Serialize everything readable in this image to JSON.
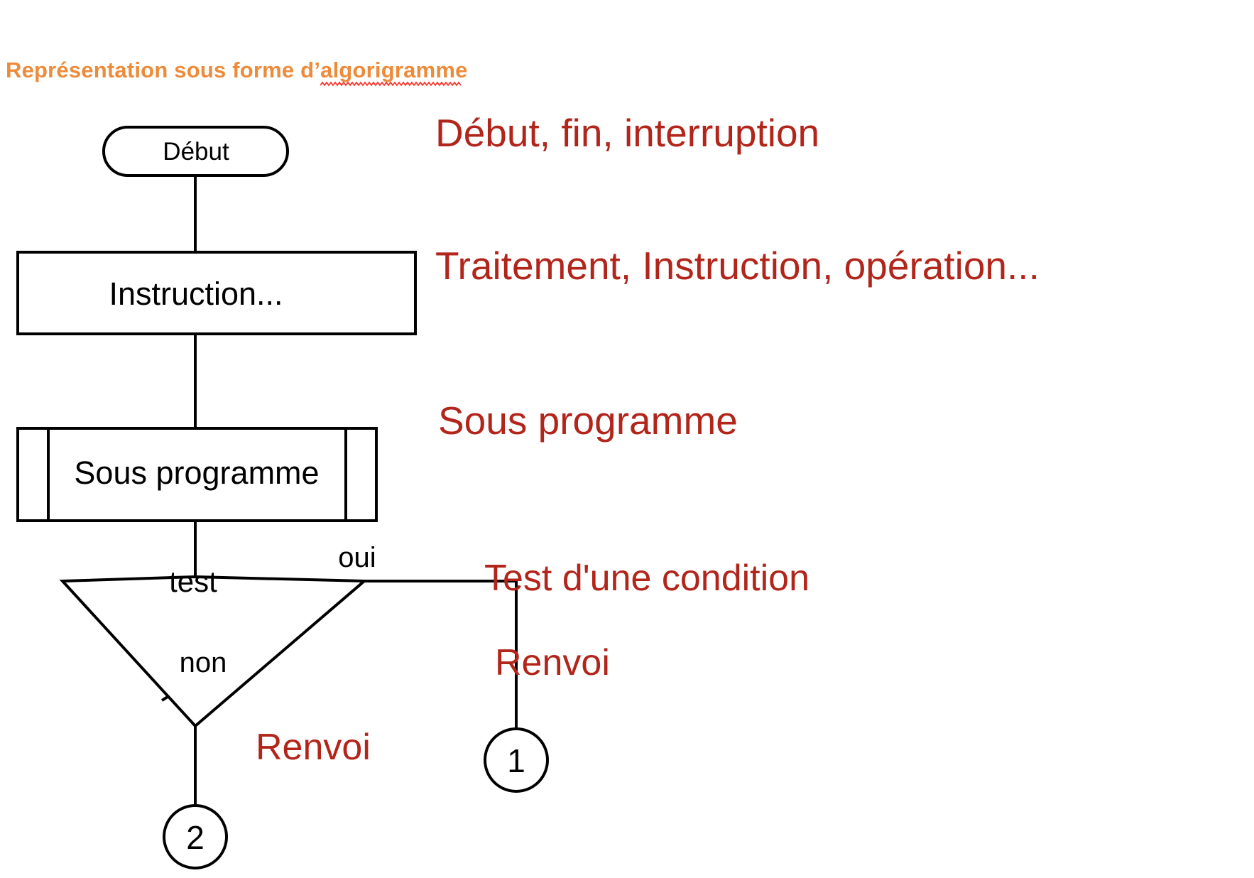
{
  "slide": {
    "background_color": "#ffffff",
    "title": {
      "prefix": "Représentation sous forme d’",
      "misspelled_word": "algorigramme",
      "full_text": "Représentation sous forme d’algorigramme",
      "color": "#ED8B3A",
      "spellcheck_underline_color": "#FF2A1E"
    }
  },
  "flowchart": {
    "stroke_color": "#000000",
    "fill_color": "#ffffff",
    "nodes": [
      {
        "id": "start",
        "shape": "stadium",
        "label": "Début"
      },
      {
        "id": "process",
        "shape": "rectangle",
        "label": "Instruction..."
      },
      {
        "id": "subproc",
        "shape": "subroutine",
        "label": "Sous programme"
      },
      {
        "id": "test",
        "shape": "diamond",
        "label": "test"
      },
      {
        "id": "conn1",
        "shape": "circle",
        "label": "1"
      },
      {
        "id": "conn2",
        "shape": "circle",
        "label": "2"
      }
    ],
    "edge_labels": {
      "yes": "oui",
      "no": "non"
    }
  },
  "legend": {
    "items": [
      {
        "id": "legend-debut",
        "text": "Début, fin, interruption",
        "color": "#B2251B"
      },
      {
        "id": "legend-traitement",
        "text": "Traitement, Instruction, opération...",
        "color": "#B2251B"
      },
      {
        "id": "legend-sousprog",
        "text": "Sous programme",
        "color": "#B2251B"
      },
      {
        "id": "legend-test",
        "text": "Test d'une condition",
        "color": "#B2251B"
      },
      {
        "id": "legend-renvoi-1",
        "text": "Renvoi",
        "color": "#B2251B"
      },
      {
        "id": "legend-renvoi-2",
        "text": "Renvoi",
        "color": "#B2251B"
      }
    ]
  }
}
